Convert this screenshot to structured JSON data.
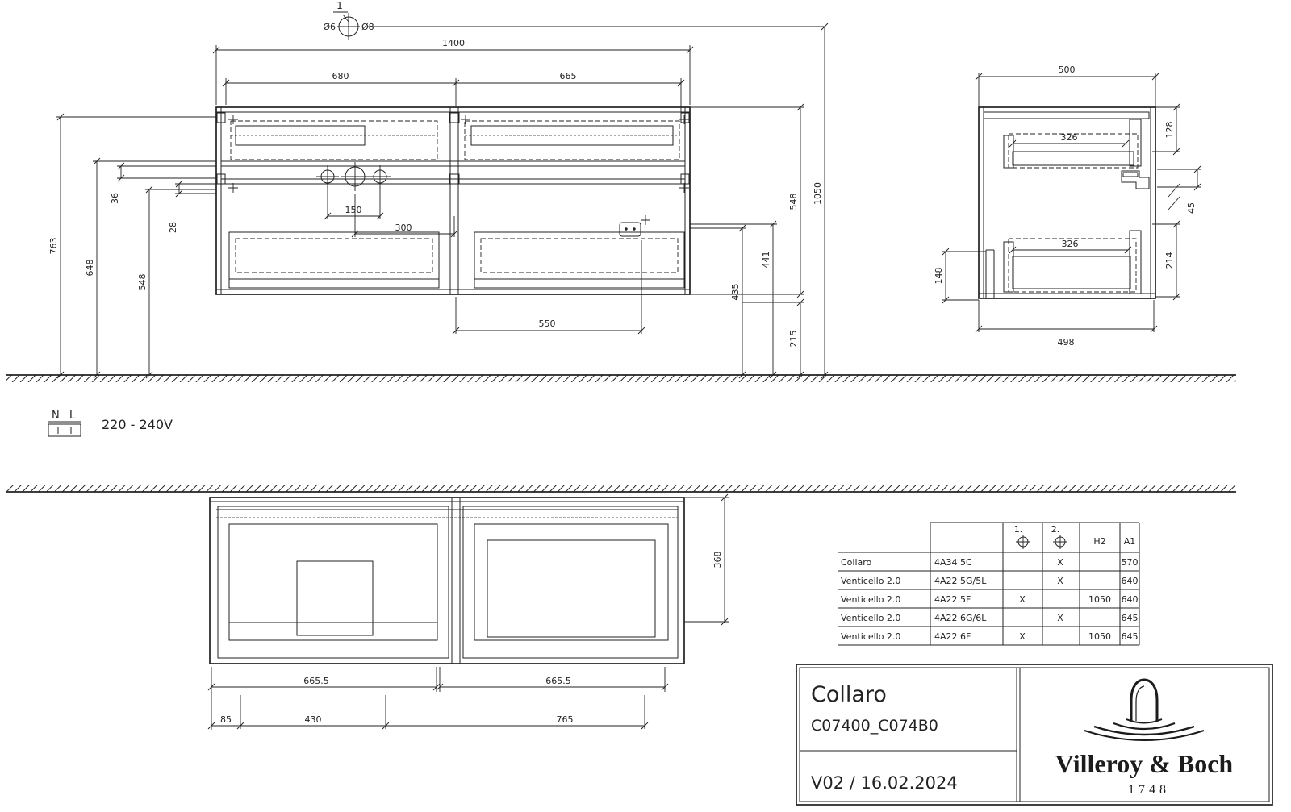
{
  "sheet": {
    "detail": {
      "label": "1",
      "hole_small": "Ø6",
      "hole_large": "Ø8"
    },
    "electrical": {
      "n": "N",
      "l": "L",
      "voltage": "220 - 240V"
    },
    "front": {
      "w_total": "1400",
      "w_left": "680",
      "w_right": "665",
      "h_floor_top": "763",
      "h_floor_rail": "648",
      "h_floor_mid": "548",
      "gap_a": "36",
      "gap_b": "28",
      "hole_span": "150",
      "hole_to_center": "300",
      "trap_offset": "550",
      "h_right_a": "435",
      "h_right_b": "441",
      "h_unit": "548",
      "h_clearance": "215",
      "h_mount": "1050"
    },
    "side": {
      "d_top": "500",
      "d_bottom": "498",
      "drawer_top": "326",
      "drawer_bottom": "326",
      "h_rear_cut": "148",
      "h_front_top": "128",
      "h_bracket": "45",
      "h_front_bottom": "214"
    },
    "plan": {
      "w_drawer_left": "665.5",
      "w_drawer_right": "665.5",
      "off_a": "85",
      "off_b": "430",
      "off_c": "765",
      "d_inner": "368"
    },
    "table": {
      "h_set1": "1.",
      "h_set2": "2.",
      "h_h2": "H2",
      "h_a1": "A1",
      "rows": [
        {
          "name": "Collaro",
          "article": "4A34 5C",
          "s1": "",
          "s2": "X",
          "h2": "",
          "a1": "570"
        },
        {
          "name": "Venticello 2.0",
          "article": "4A22 5G/5L",
          "s1": "",
          "s2": "X",
          "h2": "",
          "a1": "640"
        },
        {
          "name": "Venticello 2.0",
          "article": "4A22 5F",
          "s1": "X",
          "s2": "",
          "h2": "1050",
          "a1": "640"
        },
        {
          "name": "Venticello 2.0",
          "article": "4A22 6G/6L",
          "s1": "",
          "s2": "X",
          "h2": "",
          "a1": "645"
        },
        {
          "name": "Venticello 2.0",
          "article": "4A22 6F",
          "s1": "X",
          "s2": "",
          "h2": "1050",
          "a1": "645"
        }
      ]
    },
    "title_block": {
      "series": "Collaro",
      "codes": "C07400_C074B0",
      "version": "V02 / 16.02.2024",
      "brand": "Villeroy & Boch",
      "year": "1748"
    },
    "colors": {
      "ink": "#222222",
      "paper": "#ffffff"
    }
  }
}
